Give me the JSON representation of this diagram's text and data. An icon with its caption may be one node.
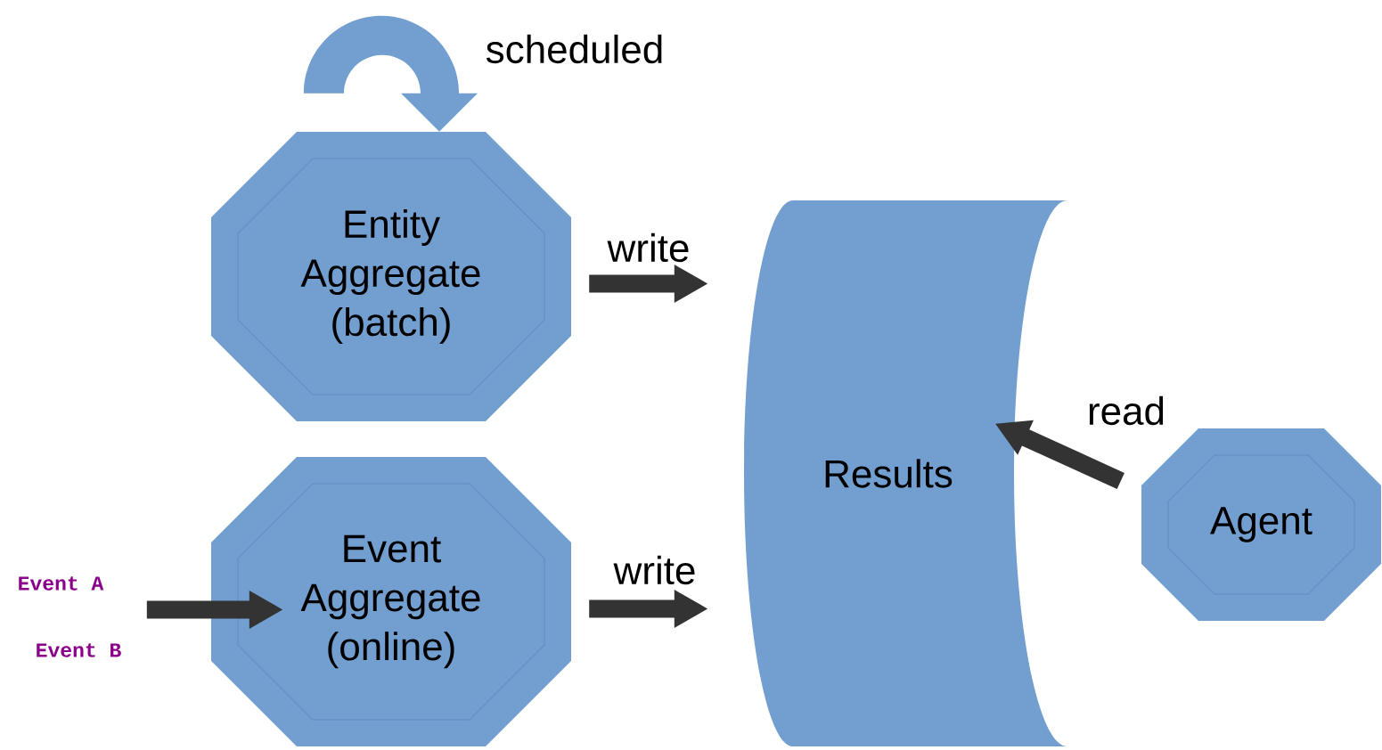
{
  "diagram": {
    "nodes": [
      {
        "text": [
          "Entity Aggregate (batch)"
        ]
      },
      {
        "text": [
          "Event Aggregate (online)"
        ]
      },
      {
        "text": [
          "Results"
        ]
      },
      {
        "text": [
          "Agent"
        ]
      }
    ],
    "edges": [
      {
        "from": 0,
        "to": 0,
        "arrow": "to",
        "label": "scheduled"
      },
      {
        "from": 0,
        "to": 2,
        "arrow": "to",
        "label": "write"
      },
      {
        "from": 1,
        "to": 2,
        "arrow": "to",
        "label": "write"
      },
      {
        "from": 3,
        "to": 2,
        "arrow": "to",
        "label": "read"
      },
      {
        "from": null,
        "to": 1,
        "arrow": "to"
      }
    ],
    "labels": [
      "Event A",
      "Event B"
    ]
  }
}
